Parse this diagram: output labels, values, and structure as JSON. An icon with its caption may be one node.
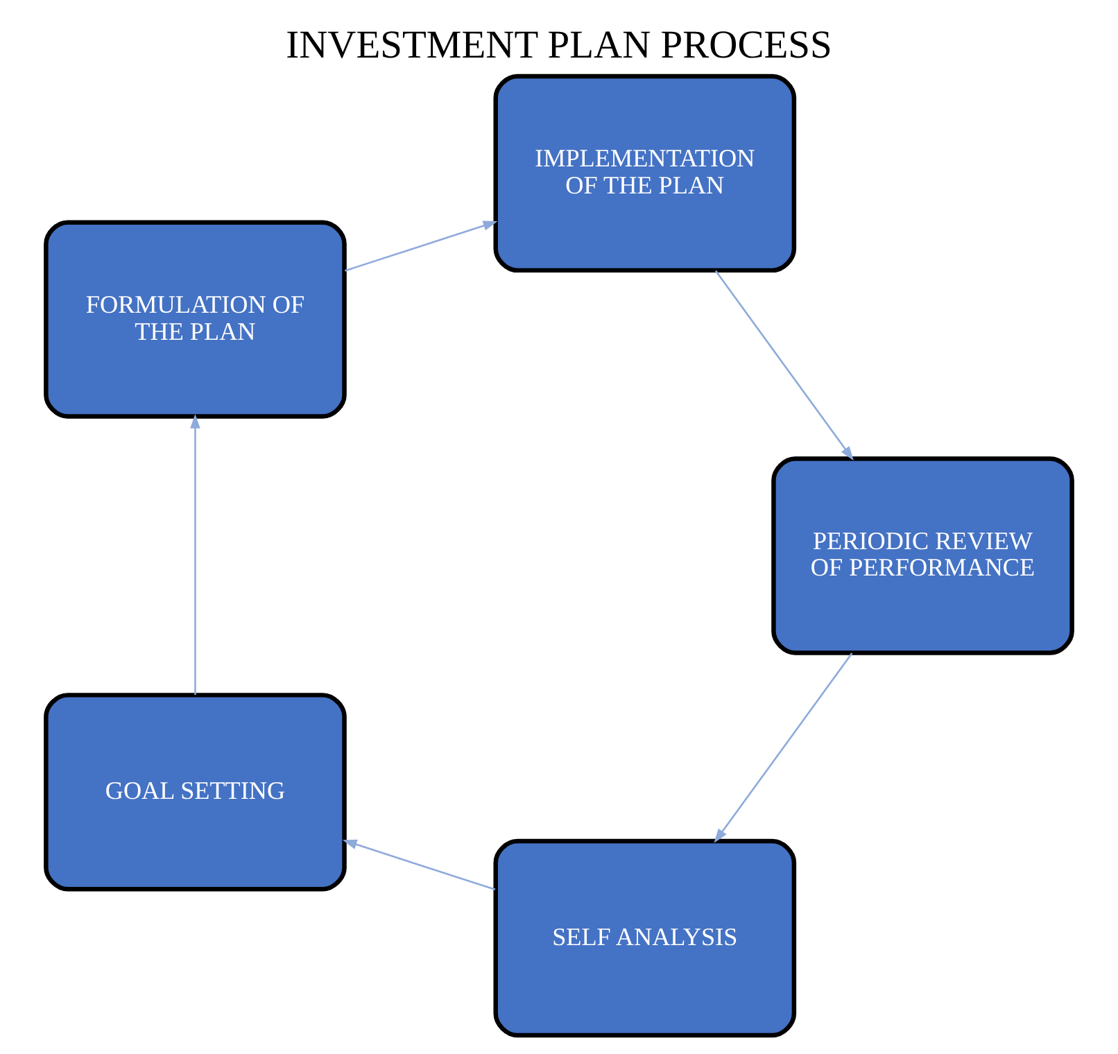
{
  "diagram": {
    "title": "INVESTMENT PLAN PROCESS",
    "nodes": [
      {
        "text": [
          "SELF ANALYSIS"
        ]
      },
      {
        "text": [
          "GOAL SETTING"
        ]
      },
      {
        "text": [
          "FORMULATION OF THE PLAN"
        ]
      },
      {
        "text": [
          "IMPLEMENTATION OF THE PLAN"
        ]
      },
      {
        "text": [
          "PERIODIC REVIEW OF PERFORMANCE"
        ]
      }
    ],
    "edges": [
      {
        "from": 0,
        "to": 1,
        "arrow": "to"
      },
      {
        "from": 1,
        "to": 2,
        "arrow": "to"
      },
      {
        "from": 2,
        "to": 3,
        "arrow": "to"
      },
      {
        "from": 3,
        "to": 4,
        "arrow": "to"
      },
      {
        "from": 4,
        "to": 0,
        "arrow": "to"
      }
    ]
  }
}
